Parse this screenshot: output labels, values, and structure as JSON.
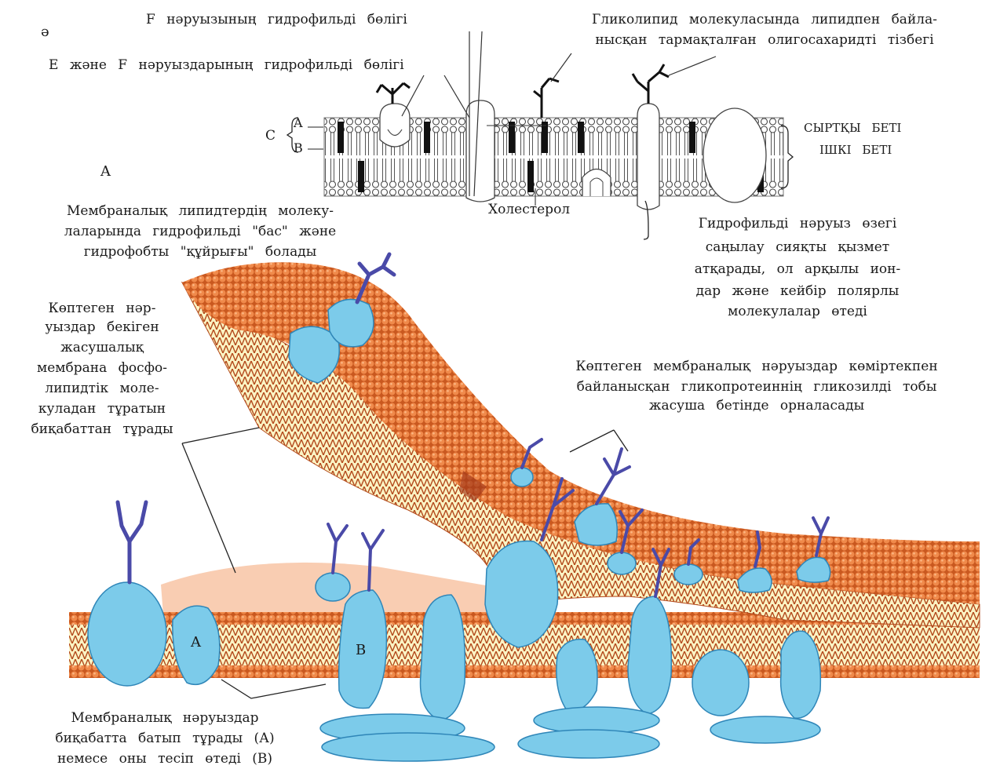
{
  "panel_top_letter": "ə",
  "panel_bottom_letter": "A",
  "labels": {
    "f_hydrophilic": "F нәруызының гидрофильді бөлігі",
    "ef_hydrophilic": "Е және F нәруыздарының гидрофильді бөлігі",
    "glycolipid_line1": "Гликолипид молекуласында липидпен байла-",
    "glycolipid_line2": "нысқан тармақталған олигосахаридті тізбегі",
    "layer_c": "C",
    "layer_a": "A",
    "layer_b": "B",
    "outer_surface": "СЫРТҚЫ БЕТІ",
    "inner_surface": "ІШКІ БЕТІ",
    "cholesterol": "Холестерол",
    "lipid_heads_line1": "Мембраналық липидтердің молеку-",
    "lipid_heads_line2": "лаларында гидрофильді \"бас\" және",
    "lipid_heads_line3": "гидрофобты \"құйрығы\" болады",
    "channel_line1": "Гидрофильді нәруыз өзегі",
    "channel_line2": "саңылау сияқты қызмет",
    "channel_line3": "атқарады, ол арқылы ион-",
    "channel_line4": "дар және кейбір полярлы",
    "channel_line5": "молекулалар өтеді",
    "bilayer_line1": "Көптеген нәр-",
    "bilayer_line2": "уыздар бекіген",
    "bilayer_line3": "жасушалық",
    "bilayer_line4": "мембрана фосфо-",
    "bilayer_line5": "липидтік моле-",
    "bilayer_line6": "куладан тұратын",
    "bilayer_line7": "биқабаттан тұрады",
    "glyco_line1": "Көптеген мембраналық нәруыздар көміртекпен",
    "glyco_line2": "байланысқан гликопротеиннің гликозилді тобы",
    "glyco_line3": "жасуша бетінде орналасады",
    "protein_a": "A",
    "protein_b": "B",
    "embedded_line1": "Мембраналық нәруыздар",
    "embedded_line2": "биқабатта батып тұрады (А)",
    "embedded_line3": "немесе оны тесіп өтеді (В)"
  },
  "colors": {
    "membrane_orange": "#e8763a",
    "membrane_dark": "#b34a1c",
    "tail_cream": "#fbf3c4",
    "protein_blue": "#7ccbea",
    "protein_edge": "#2f86b8",
    "sugar_purple": "#4a4aa8",
    "cytoplasm_pink": "#f9cdb2"
  }
}
